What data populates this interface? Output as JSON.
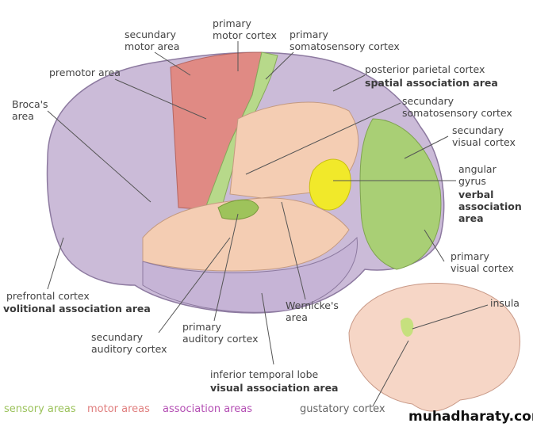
{
  "labels": {
    "secundary_motor_area": [
      "secundary",
      "motor area"
    ],
    "primary_motor_cortex": [
      "primary",
      "motor cortex"
    ],
    "primary_somatosensory_cortex": [
      "primary",
      "somatosensory cortex"
    ],
    "premotor_area": "premotor area",
    "posterior_parietal_cortex": "posterior parietal cortex",
    "spatial_association_area": "spatial association area",
    "brocas_area": [
      "Broca's",
      "area"
    ],
    "secundary_somatosensory_cortex": [
      "secundary",
      "somatosensory cortex"
    ],
    "secundary_visual_cortex": [
      "secundary",
      "visual cortex"
    ],
    "angular_gyrus": [
      "angular",
      "gyrus"
    ],
    "verbal_association_area": [
      "verbal",
      "association",
      "area"
    ],
    "primary_visual_cortex": [
      "primary",
      "visual cortex"
    ],
    "insula": "insula",
    "prefrontal_cortex": "prefrontal cortex",
    "volitional_association_area": "volitional association area",
    "wernickes_area": [
      "Wernicke's",
      "area"
    ],
    "secundary_auditory_cortex": [
      "secundary",
      "auditory cortex"
    ],
    "primary_auditory_cortex": [
      "primary",
      "auditory cortex"
    ],
    "inferior_temporal_lobe": "inferior temporal lobe",
    "visual_association_area": "visual association area"
  },
  "legend": {
    "sensory": "sensory areas",
    "motor": "motor areas",
    "association": "association areas",
    "gustatory": "gustatory cortex"
  },
  "watermark": "muhadharaty.com",
  "colors": {
    "sensory": "#9bc25b",
    "motor": "#e07f7f",
    "association": "#b44fb4",
    "gustatory": "#666666"
  }
}
